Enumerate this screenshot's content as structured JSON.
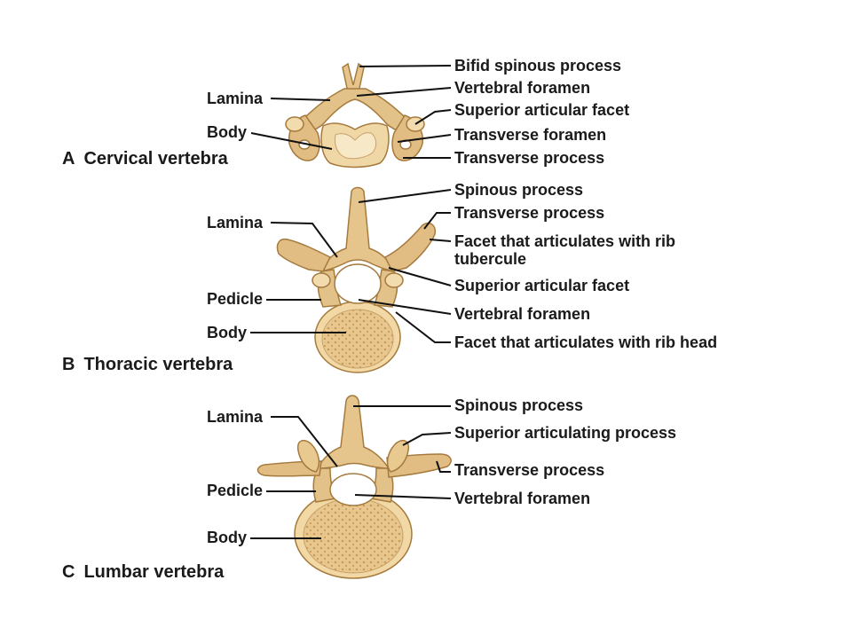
{
  "colors": {
    "bone": "#e3c28a",
    "bone_dark": "#b68b4c",
    "bone_light": "#f6e6c2",
    "spongy": "#dcb47a",
    "line": "#111111"
  },
  "panels": [
    {
      "letter": "A",
      "title": "Cervical vertebra",
      "left_labels": [
        "Lamina",
        "Body"
      ],
      "right_labels": [
        "Bifid spinous process",
        "Vertebral foramen",
        "Superior articular facet",
        "Transverse foramen",
        "Transverse process"
      ]
    },
    {
      "letter": "B",
      "title": "Thoracic vertebra",
      "left_labels": [
        "Lamina",
        "Pedicle",
        "Body"
      ],
      "right_labels": [
        "Spinous process",
        "Transverse process",
        "Facet that articulates with rib tubercule",
        "Superior articular facet",
        "Vertebral foramen",
        "Facet that articulates with rib head"
      ]
    },
    {
      "letter": "C",
      "title": "Lumbar vertebra",
      "left_labels": [
        "Lamina",
        "Pedicle",
        "Body"
      ],
      "right_labels": [
        "Spinous process",
        "Superior articulating process",
        "Transverse process",
        "Vertebral foramen"
      ]
    }
  ]
}
